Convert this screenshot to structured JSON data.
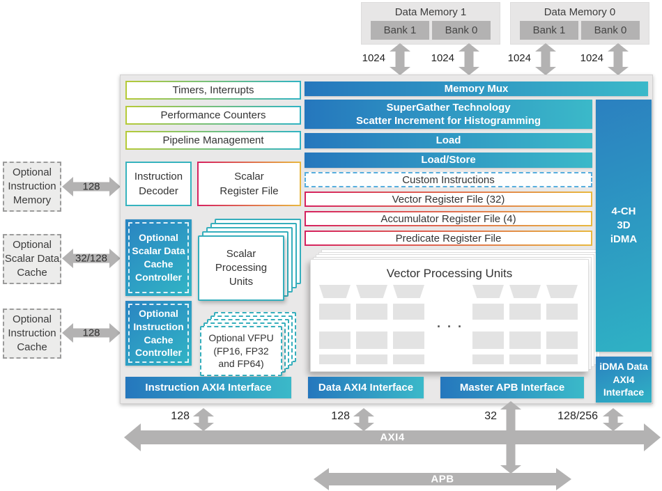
{
  "top": {
    "memories": [
      {
        "title": "Data Memory 1",
        "banks": [
          "Bank 1",
          "Bank 0"
        ]
      },
      {
        "title": "Data Memory 0",
        "banks": [
          "Bank 1",
          "Bank 0"
        ]
      }
    ],
    "bus_widths": [
      "1024",
      "1024",
      "1024",
      "1024"
    ]
  },
  "left": {
    "blocks": [
      {
        "label": "Optional\nInstruction\nMemory",
        "bus": "128"
      },
      {
        "label": "Optional\nScalar Data\nCache",
        "bus": "32/128"
      },
      {
        "label": "Optional\nInstruction\nCache",
        "bus": "128"
      }
    ]
  },
  "core": {
    "control_boxes": [
      "Timers, Interrupts",
      "Performance Counters",
      "Pipeline Management"
    ],
    "instruction_decoder": "Instruction\nDecoder",
    "scalar_register_file": "Scalar\nRegister File",
    "scalar_cache_controller": "Optional\nScalar Data\nCache\nController",
    "scalar_processing_units": "Scalar\nProcessing\nUnits",
    "instruction_cache_controller": "Optional\nInstruction\nCache\nController",
    "vfpu": "Optional VFPU\n(FP16, FP32\nand FP64)",
    "memory_mux": "Memory Mux",
    "supergather": "SuperGather Technology\nScatter Increment for Histogramming",
    "load": "Load",
    "load_store": "Load/Store",
    "custom_instructions": "Custom Instructions",
    "vector_register_file": "Vector Register File (32)",
    "accumulator_register_file": "Accumulator Register File (4)",
    "predicate_register_file": "Predicate Register File",
    "vector_processing_units": "Vector Processing Units",
    "ellipsis": "· · ·",
    "idma": "4-CH\n3D\niDMA",
    "idma_interface": "iDMA Data\nAXI4\nInterface",
    "instruction_axi4_interface": "Instruction AXI4 Interface",
    "data_axi4_interface": "Data AXI4 Interface",
    "master_apb_interface": "Master APB Interface"
  },
  "bottom": {
    "bus_widths": [
      "128",
      "128",
      "32",
      "128/256"
    ],
    "axi4": "AXI4",
    "apb": "APB"
  },
  "palette": {
    "bar_blue": "#2577bd",
    "bar_teal": "#3bb9c9",
    "green_border": "#b6ca37",
    "teal_border": "#36b3be",
    "magenta_border": "#d6215f",
    "amber_border": "#e9b83f",
    "arrow_gray": "#b3b2b2",
    "panel_gray": "#e9e8e8"
  }
}
